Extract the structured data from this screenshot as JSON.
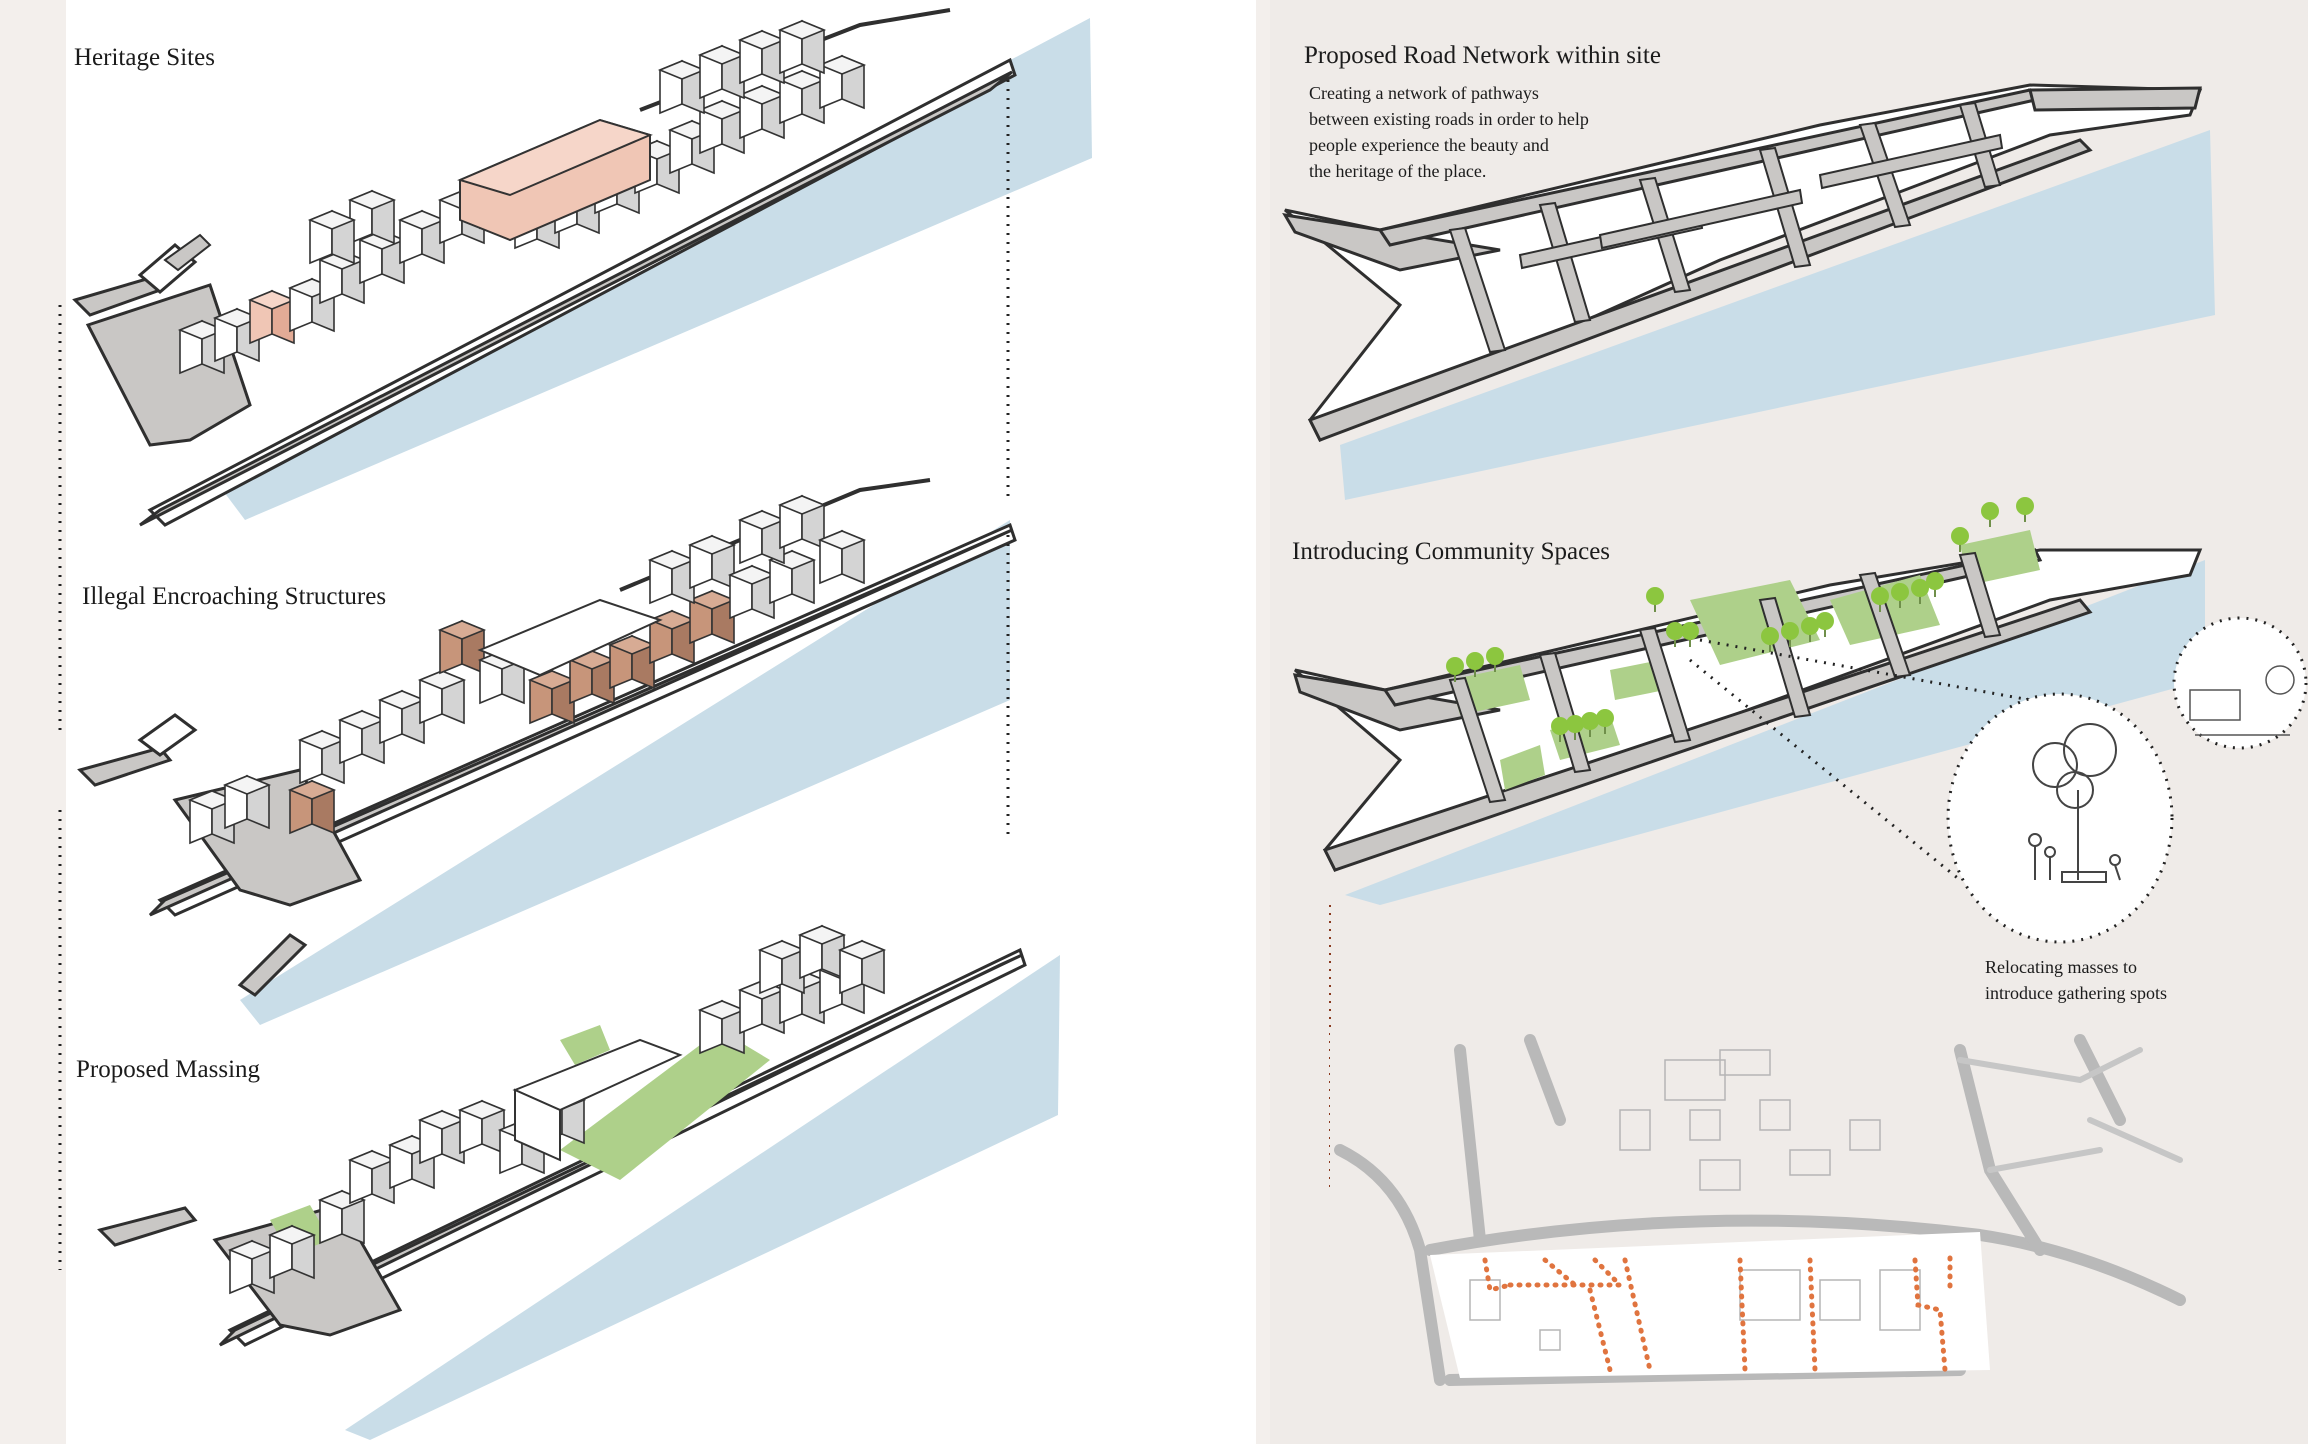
{
  "left_panel": {
    "heritage_title": "Heritage Sites",
    "encroach_title": "Illegal Encroaching Structures",
    "massing_title": "Proposed Massing"
  },
  "right_panel": {
    "road_title": "Proposed Road Network within site",
    "road_description": [
      "Creating a network of  pathways",
      "between existing roads in order to help",
      "people experience the beauty and",
      "the heritage of  the place."
    ],
    "community_title": "Introducing Community Spaces",
    "relocate_caption": [
      "Relocating masses to",
      "introduce gathering spots"
    ]
  },
  "colors": {
    "river": "#c9dde8",
    "road": "#c9c7c5",
    "heritage": "#f0c6b5",
    "encroach": "#c7957a",
    "green": "#aed08a",
    "path_dots": "#e0743f"
  }
}
